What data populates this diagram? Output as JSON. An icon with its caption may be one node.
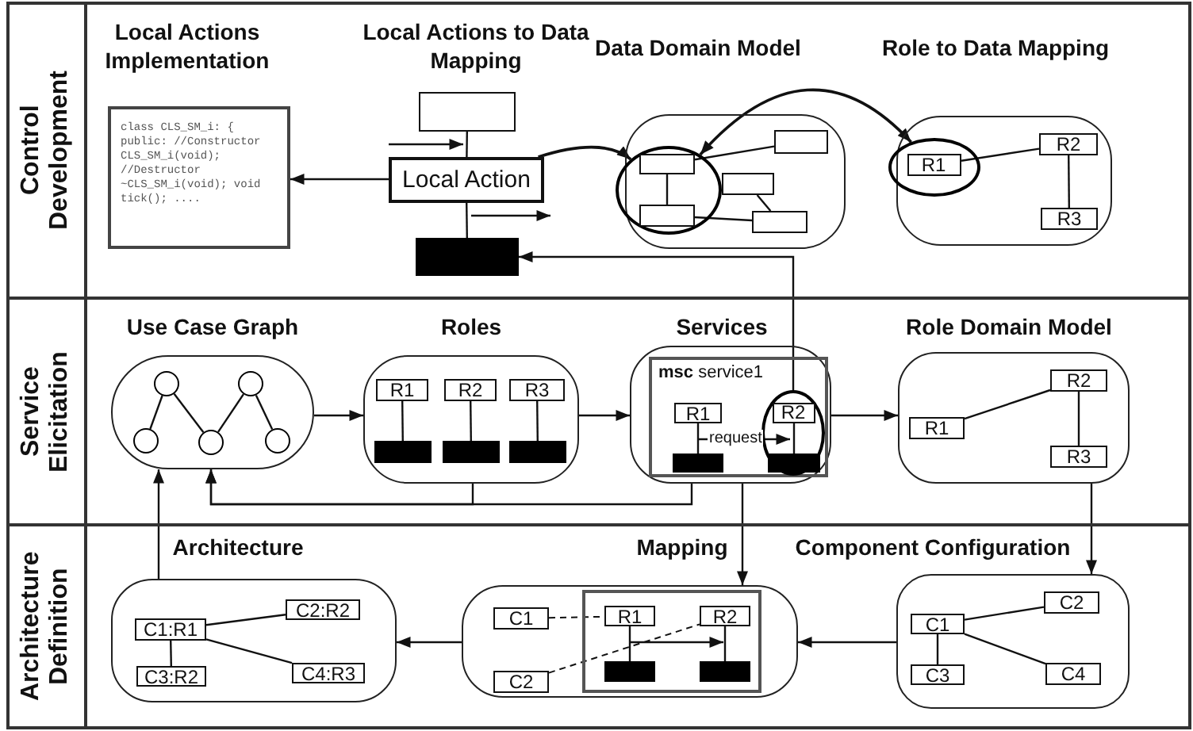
{
  "diagram": {
    "nodes": [
      {
        "text": [
          "Control Development"
        ]
      },
      {
        "text": [
          "Local Actions Implementation",
          "class CLS_SM_i: { public: //Constructor CLS_SM_i(void); //Destructor ~CLS_SM_i(void); void tick(); ...."
        ],
        "in": 0
      },
      {
        "text": [],
        "shape": "box",
        "in": 0
      },
      {
        "text": [
          "Local Action"
        ],
        "in": 0
      },
      {
        "text": [],
        "shape": "bar",
        "in": 0
      },
      {
        "text": [
          "Data Domain Model"
        ],
        "in": 0
      },
      {
        "text": [],
        "shape": "box",
        "in": 11
      },
      {
        "text": [],
        "shape": "box",
        "in": 5
      },
      {
        "text": [],
        "shape": "box",
        "in": 5
      },
      {
        "text": [],
        "shape": "box",
        "in": 11
      },
      {
        "text": [],
        "shape": "box",
        "in": 5
      },
      {
        "text": [],
        "shape": "ellipse",
        "in": 0
      },
      {
        "text": [
          "Role to Data Mapping"
        ],
        "in": 0
      },
      {
        "text": [
          "R1"
        ],
        "in": 16
      },
      {
        "text": [
          "R2"
        ],
        "in": 12
      },
      {
        "text": [
          "R3"
        ],
        "in": 12
      },
      {
        "text": [],
        "shape": "ellipse",
        "in": 0
      },
      {
        "text": [
          "Service Elicitation"
        ]
      },
      {
        "text": [
          "Use Case Graph"
        ],
        "in": 17
      },
      {
        "text": [],
        "shape": "circle",
        "in": 18
      },
      {
        "text": [],
        "shape": "circle",
        "in": 18
      },
      {
        "text": [],
        "shape": "circle",
        "in": 18
      },
      {
        "text": [],
        "shape": "circle",
        "in": 18
      },
      {
        "text": [],
        "shape": "circle",
        "in": 18
      },
      {
        "text": [
          "Roles"
        ],
        "in": 17
      },
      {
        "text": [
          "R1"
        ],
        "in": 24
      },
      {
        "text": [
          "R2"
        ],
        "in": 24
      },
      {
        "text": [
          "R3"
        ],
        "in": 24
      },
      {
        "text": [],
        "shape": "bar",
        "in": 24
      },
      {
        "text": [],
        "shape": "bar",
        "in": 24
      },
      {
        "text": [],
        "shape": "bar",
        "in": 24
      },
      {
        "text": [
          "Services"
        ],
        "in": 17
      },
      {
        "text": [
          "**msc** service1"
        ],
        "in": 31
      },
      {
        "text": [
          "R1"
        ],
        "in": 32
      },
      {
        "text": [
          "R2"
        ],
        "in": 37
      },
      {
        "text": [],
        "shape": "bar",
        "in": 32
      },
      {
        "text": [],
        "shape": "bar",
        "in": 37
      },
      {
        "text": [],
        "shape": "ellipse",
        "in": 32
      },
      {
        "text": [
          "Role Domain Model"
        ],
        "in": 17
      },
      {
        "text": [
          "R1"
        ],
        "in": 38
      },
      {
        "text": [
          "R2"
        ],
        "in": 38
      },
      {
        "text": [
          "R3"
        ],
        "in": 38
      },
      {
        "text": [
          "Architecture Definition"
        ]
      },
      {
        "text": [
          "Architecture"
        ],
        "in": 42
      },
      {
        "text": [
          "C1:R1"
        ],
        "in": 43
      },
      {
        "text": [
          "C2:R2"
        ],
        "in": 43
      },
      {
        "text": [
          "C3:R2"
        ],
        "in": 43
      },
      {
        "text": [
          "C4:R3"
        ],
        "in": 43
      },
      {
        "text": [
          "Mapping"
        ],
        "in": 42
      },
      {
        "text": [
          "C1"
        ],
        "in": 48
      },
      {
        "text": [
          "C2"
        ],
        "in": 48
      },
      {
        "text": [],
        "shape": "box",
        "in": 48
      },
      {
        "text": [
          "R1"
        ],
        "in": 51
      },
      {
        "text": [
          "R2"
        ],
        "in": 51
      },
      {
        "text": [],
        "shape": "bar",
        "in": 51
      },
      {
        "text": [],
        "shape": "bar",
        "in": 51
      },
      {
        "text": [
          "Component Configuration"
        ],
        "in": 42
      },
      {
        "text": [
          "C1"
        ],
        "in": 56
      },
      {
        "text": [
          "C2"
        ],
        "in": 56
      },
      {
        "text": [
          "C3"
        ],
        "in": 56
      },
      {
        "text": [
          "C4"
        ],
        "in": 56
      }
    ],
    "edges": [
      {
        "from": 3,
        "to": 1,
        "arrow": "to"
      },
      {
        "from": 2,
        "to": 3,
        "arrow": "none"
      },
      {
        "from": 3,
        "to": 4,
        "arrow": "none"
      },
      {
        "from": 3,
        "to": 11,
        "arrow": "to"
      },
      {
        "from": 11,
        "to": 16,
        "arrow": "both"
      },
      {
        "from": 6,
        "to": 7,
        "arrow": "none"
      },
      {
        "from": 6,
        "to": 9,
        "arrow": "none"
      },
      {
        "from": 8,
        "to": 10,
        "arrow": "none"
      },
      {
        "from": 9,
        "to": 10,
        "arrow": "none"
      },
      {
        "from": 13,
        "to": 14,
        "arrow": "none"
      },
      {
        "from": 14,
        "to": 15,
        "arrow": "none"
      },
      {
        "from": 19,
        "to": 20,
        "arrow": "none"
      },
      {
        "from": 20,
        "to": 21,
        "arrow": "none"
      },
      {
        "from": 21,
        "to": 22,
        "arrow": "none"
      },
      {
        "from": 22,
        "to": 23,
        "arrow": "none"
      },
      {
        "from": 25,
        "to": 28,
        "arrow": "none"
      },
      {
        "from": 26,
        "to": 29,
        "arrow": "none"
      },
      {
        "from": 27,
        "to": 30,
        "arrow": "none"
      },
      {
        "from": 33,
        "to": 35,
        "arrow": "none"
      },
      {
        "from": 34,
        "to": 36,
        "arrow": "none"
      },
      {
        "from": 39,
        "to": 40,
        "arrow": "none"
      },
      {
        "from": 40,
        "to": 41,
        "arrow": "none"
      },
      {
        "from": 18,
        "to": 24,
        "arrow": "to"
      },
      {
        "from": 24,
        "to": 31,
        "arrow": "to"
      },
      {
        "from": 31,
        "to": 38,
        "arrow": "to"
      },
      {
        "from": 24,
        "to": 18,
        "arrow": "to"
      },
      {
        "from": 31,
        "to": 18,
        "arrow": "to"
      },
      {
        "from": 37,
        "to": 4,
        "arrow": "to"
      },
      {
        "from": 31,
        "to": 48,
        "arrow": "to"
      },
      {
        "from": 38,
        "to": 56,
        "arrow": "to"
      },
      {
        "from": 56,
        "to": 48,
        "arrow": "to"
      },
      {
        "from": 48,
        "to": 43,
        "arrow": "to"
      },
      {
        "from": 43,
        "to": 18,
        "arrow": "to"
      },
      {
        "from": 44,
        "to": 45,
        "arrow": "none"
      },
      {
        "from": 44,
        "to": 46,
        "arrow": "none"
      },
      {
        "from": 44,
        "to": 47,
        "arrow": "none"
      },
      {
        "from": 49,
        "to": 52,
        "arrow": "none",
        "style": "dashed"
      },
      {
        "from": 50,
        "to": 53,
        "arrow": "none",
        "style": "dashed"
      },
      {
        "from": 52,
        "to": 54,
        "arrow": "none"
      },
      {
        "from": 53,
        "to": 55,
        "arrow": "none"
      },
      {
        "from": 57,
        "to": 58,
        "arrow": "none"
      },
      {
        "from": 57,
        "to": 59,
        "arrow": "none"
      },
      {
        "from": 57,
        "to": 60,
        "arrow": "none"
      }
    ],
    "labels": [
      "Local Actions to Data Mapping",
      "request"
    ]
  }
}
